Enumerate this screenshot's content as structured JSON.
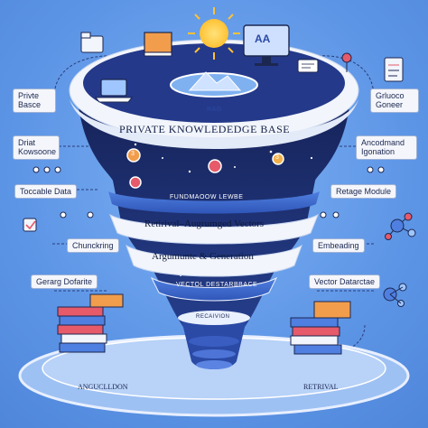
{
  "funnel": {
    "top_badge": "RAG",
    "title": "PRIVATE KNOWLEDEDGE  BASE",
    "band1": "FUNDMAOOW LEWBE",
    "band2": "Retirival–Augrumged Vectors",
    "band3": "Argumunte & Generation",
    "band4": "VECTOL DESTARBBACE",
    "tip": "RECAIVION",
    "badge_num": "3",
    "screen_text": "AA"
  },
  "labels": {
    "left_1": "Privte\nBasce",
    "left_2": "Driat\nKowsoone",
    "left_3": "Toccable Data",
    "left_4": "Chunckring",
    "left_5": "Gerarg Dofarite",
    "right_1": "Grluoco\nGoneer",
    "right_2": "Ancodmand\nIgonation",
    "right_3": "Retage Module",
    "right_4": "Embeading",
    "right_5": "Vector Datarctae"
  },
  "base": {
    "left": "ANGUCLLDON",
    "right": "RETRIVAL"
  },
  "colors": {
    "background": "#5d95e6",
    "funnel_dark": "#1d2c6b",
    "ring": "#f3f6fc",
    "band": "#3a63c9",
    "sun": "#ffd24a",
    "accent_orange": "#f29d4b",
    "accent_pink": "#e65a6a"
  }
}
